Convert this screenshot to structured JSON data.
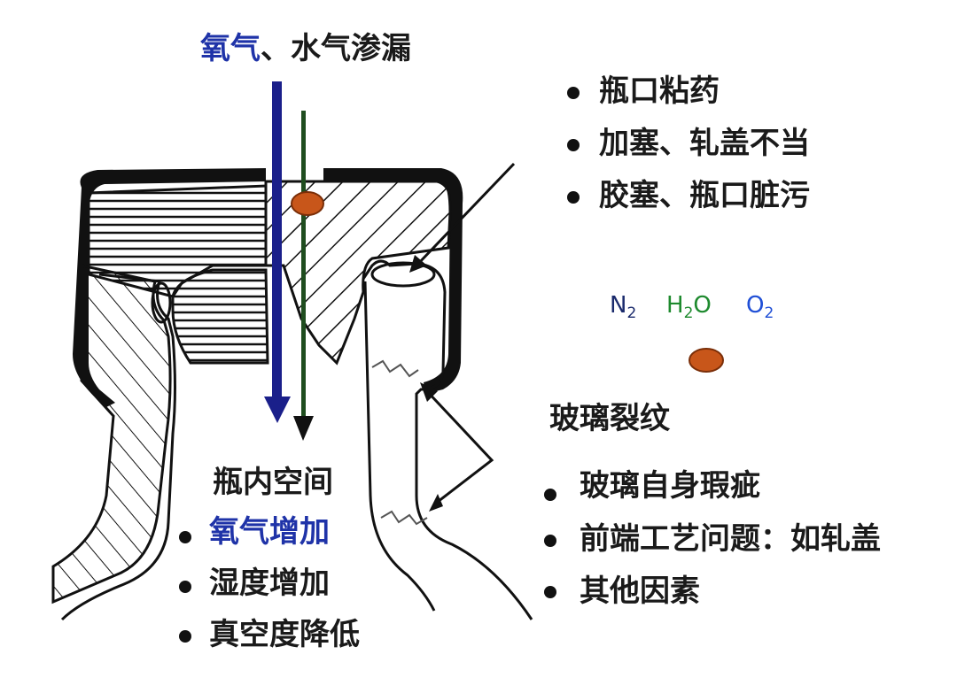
{
  "top_label": {
    "oxygen": "氧气",
    "rest": "、水气渗漏"
  },
  "causes_top": [
    "瓶口粘药",
    "加塞、轧盖不当",
    "胶塞、瓶口脏污"
  ],
  "legend": {
    "n2": {
      "text": "N",
      "sub": "2",
      "color": "#1a2a6c"
    },
    "h2o": {
      "pre": "H",
      "sub": "2",
      "post": "O",
      "color": "#1e8a2e"
    },
    "o2": {
      "text": "O",
      "sub": "2",
      "color": "#1f4fd6"
    },
    "particle_color": "#c8561a"
  },
  "crack_title": "玻璃裂纹",
  "causes_crack": [
    "玻璃自身瑕疵",
    "前端工艺问题：如轧盖",
    "其他因素"
  ],
  "inside": {
    "title": "瓶内空间",
    "effects": [
      {
        "text": "氧气增加",
        "color": "#1f33a8"
      },
      {
        "text": "湿度增加",
        "color": "#1a1a1a"
      },
      {
        "text": "真空度降低",
        "color": "#1a1a1a"
      }
    ]
  },
  "colors": {
    "oxygen_arrow": "#1a1f8a",
    "water_arrow": "#1f4d1f"
  }
}
